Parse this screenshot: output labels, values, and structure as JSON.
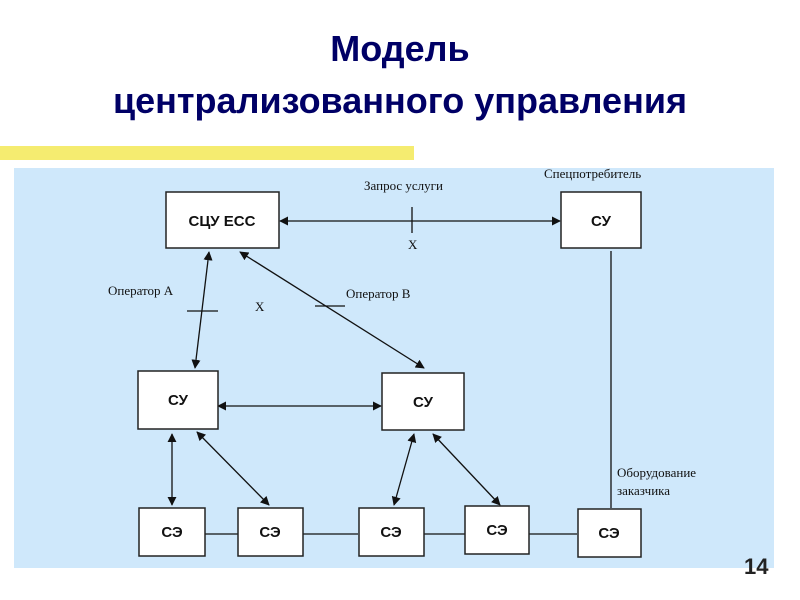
{
  "slide": {
    "title_line1": "Модель",
    "title_line2": "централизованного управления",
    "page_number": "14"
  },
  "nodes": {
    "scu_ess": "СЦУ ЕСС",
    "su_consumer": "СУ",
    "su_left": "СУ",
    "su_right": "СУ",
    "se1": "СЭ",
    "se2": "СЭ",
    "se3": "СЭ",
    "se4": "СЭ",
    "se5": "СЭ"
  },
  "labels": {
    "service_request": "Запрос услуги",
    "special_consumer": "Спецпотребитель",
    "operator_a": "Оператор А",
    "operator_b": "Оператор В",
    "x_mark_top": "Х",
    "x_mark_mid": "Х",
    "customer_equipment_line1": "Оборудование",
    "customer_equipment_line2": "заказчика"
  },
  "colors": {
    "title": "#000066",
    "panel": "#cfe8fb",
    "accent_bar": "#f5ec70"
  }
}
